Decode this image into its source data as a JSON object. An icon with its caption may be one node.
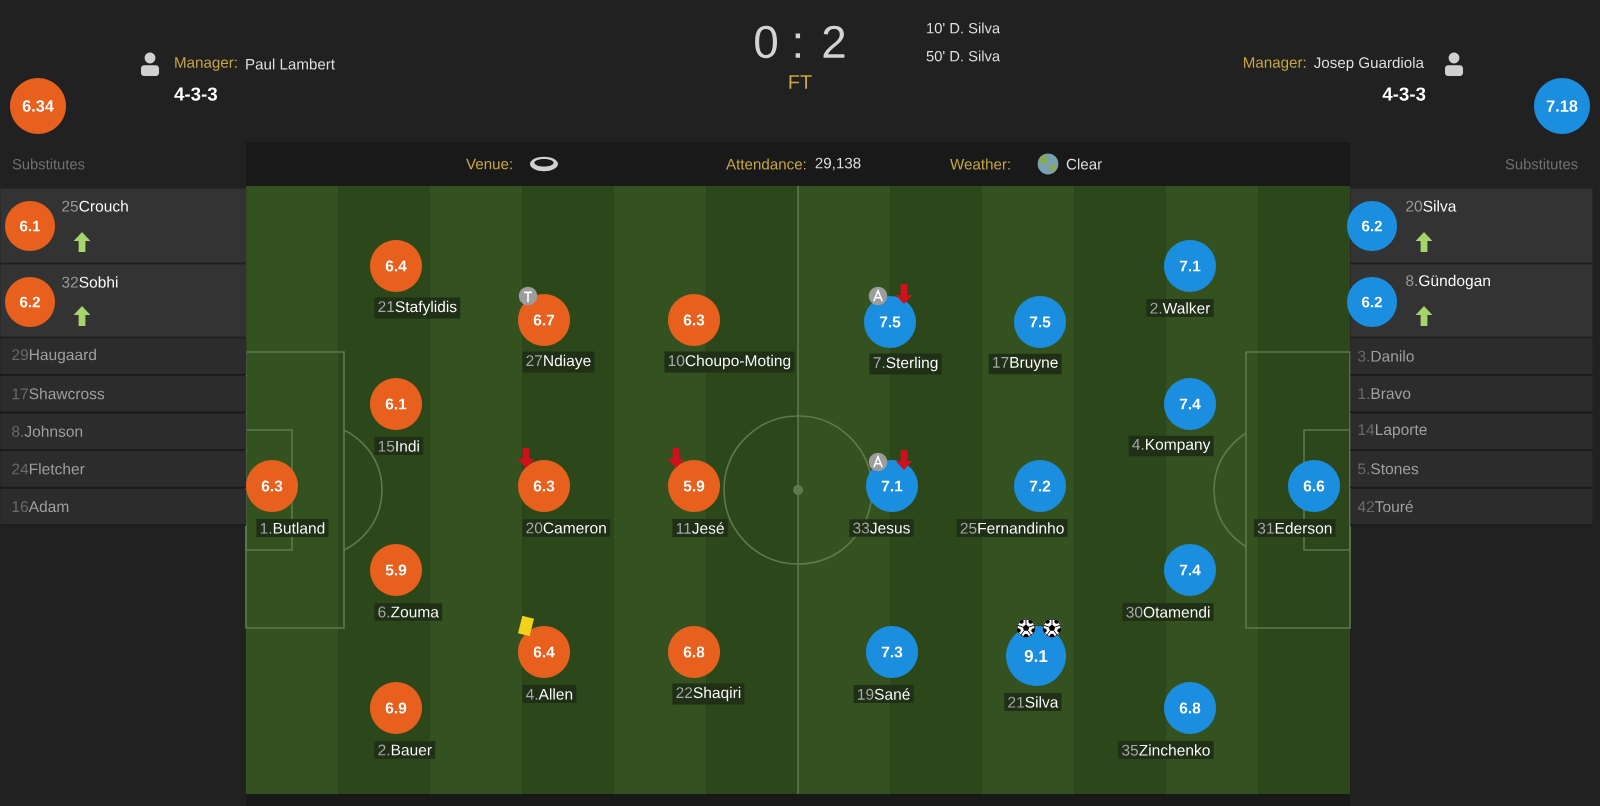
{
  "diagram": {
    "nodes": [
      {
        "text": [
          "6.34"
        ]
      },
      {
        "text": [
          "7.18"
        ]
      },
      {
        "text": [
          "25",
          "Crouch"
        ]
      },
      {
        "text": [
          "6.1"
        ],
        "in": 2
      },
      {
        "text": [
          "32",
          "Sobhi"
        ]
      },
      {
        "text": [
          "6.2"
        ],
        "in": 4
      },
      {
        "text": [
          "29",
          "Haugaard"
        ]
      },
      {
        "text": [
          "17",
          "Shawcross"
        ]
      },
      {
        "text": [
          "8.",
          "Johnson"
        ]
      },
      {
        "text": [
          "24",
          "Fletcher"
        ]
      },
      {
        "text": [
          "16",
          "Adam"
        ]
      },
      {
        "text": [
          "6.3"
        ],
        "beside": [
          "1.",
          "Butland"
        ]
      },
      {
        "text": [
          "6.4"
        ],
        "beside": [
          "21",
          "Stafylidis"
        ]
      },
      {
        "text": [
          "6.1"
        ],
        "beside": [
          "15",
          "Indi"
        ]
      },
      {
        "text": [
          "5.9"
        ],
        "beside": [
          "6.",
          "Zouma"
        ]
      },
      {
        "text": [
          "6.9"
        ],
        "beside": [
          "2.",
          "Bauer"
        ]
      },
      {
        "text": [
          "6.7"
        ],
        "beside": [
          "27",
          "Ndiaye"
        ]
      },
      {
        "text": [
          "6.3"
        ],
        "beside": [
          "20",
          "Cameron"
        ]
      },
      {
        "text": [
          "6.4"
        ],
        "beside": [
          "4.",
          "Allen"
        ]
      },
      {
        "text": [
          "6.3"
        ],
        "beside": [
          "10",
          "Choupo-Moting"
        ]
      },
      {
        "text": [
          "5.9"
        ],
        "beside": [
          "11",
          "Jesé"
        ]
      },
      {
        "text": [
          "6.8"
        ],
        "beside": [
          "22",
          "Shaqiri"
        ]
      },
      {
        "text": [
          "7.5"
        ],
        "beside": [
          "7.",
          "Sterling"
        ]
      },
      {
        "text": [
          "7.1"
        ],
        "beside": [
          "33",
          "Jesus"
        ]
      },
      {
        "text": [
          "7.3"
        ],
        "beside": [
          "19",
          "Sané"
        ]
      },
      {
        "text": [
          "7.5"
        ],
        "beside": [
          "17",
          "Bruyne"
        ]
      },
      {
        "text": [
          "7.2"
        ],
        "beside": [
          "25",
          "Fernandinho"
        ]
      },
      {
        "text": [
          "9.1"
        ],
        "beside": [
          "21",
          "Silva"
        ]
      },
      {
        "text": [
          "7.1"
        ],
        "beside": [
          "2.",
          "Walker"
        ]
      },
      {
        "text": [
          "7.4"
        ],
        "beside": [
          "4.",
          "Kompany"
        ]
      },
      {
        "text": [
          "7.4"
        ],
        "beside": [
          "30",
          "Otamendi"
        ]
      },
      {
        "text": [
          "6.8"
        ],
        "beside": [
          "35",
          "Zinchenko"
        ]
      },
      {
        "text": [
          "6.6"
        ],
        "beside": [
          "31",
          "Ederson"
        ]
      },
      {
        "text": [
          "20",
          "Silva"
        ]
      },
      {
        "text": [
          "6.2"
        ],
        "in": 33
      },
      {
        "text": [
          "8.",
          "Gündogan"
        ]
      },
      {
        "text": [
          "6.2"
        ],
        "in": 35
      },
      {
        "text": [
          "3.",
          "Danilo"
        ]
      },
      {
        "text": [
          "1.",
          "Bravo"
        ]
      },
      {
        "text": [
          "14",
          "Laporte"
        ]
      },
      {
        "text": [
          "5.",
          "Stones"
        ]
      },
      {
        "text": [
          "42",
          "Touré"
        ]
      }
    ],
    "labels": [
      "Manager:",
      "Paul Lambert",
      "4-3-3",
      "0 : 2",
      "FT",
      "10' D. Silva",
      "50' D. Silva",
      "Manager:",
      "Josep Guardiola",
      "4-3-3",
      "Substitutes",
      "Venue:",
      "Attendance:",
      "29,138",
      "Weather:",
      "Clear",
      "Substitutes"
    ]
  }
}
